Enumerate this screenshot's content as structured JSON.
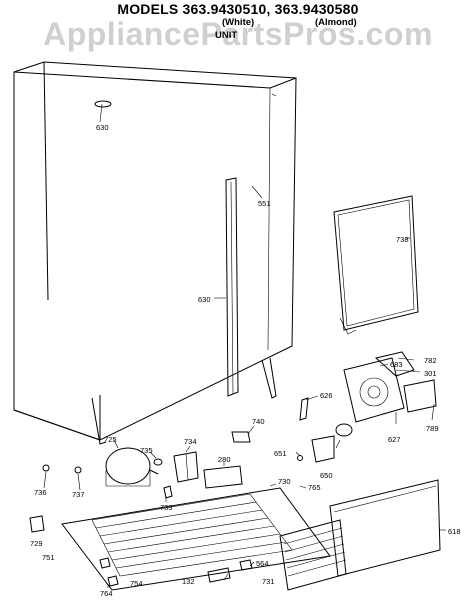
{
  "title": "MODELS 363.9430510, 363.9430580",
  "variants": {
    "white": "(White)",
    "almond": "(Almond)"
  },
  "unit_label": "UNIT",
  "watermark": "AppliancePartsPros.com",
  "part_labels": {
    "p630a": "630",
    "p630b": "630",
    "p551": "551",
    "p738": "738",
    "p683": "683",
    "p782": "782",
    "p301": "301",
    "p789": "789",
    "p627": "627",
    "p626": "626",
    "p740": "740",
    "p651": "651",
    "p650": "650",
    "p725": "725",
    "p735": "735",
    "p734": "734",
    "p280": "280",
    "p730": "730",
    "p765": "765",
    "p736": "736",
    "p737": "737",
    "p733": "733",
    "p729": "729",
    "p751": "751",
    "p764": "764",
    "p754": "754",
    "p132": "132",
    "p564": "564",
    "p731": "731",
    "p618": "618"
  }
}
